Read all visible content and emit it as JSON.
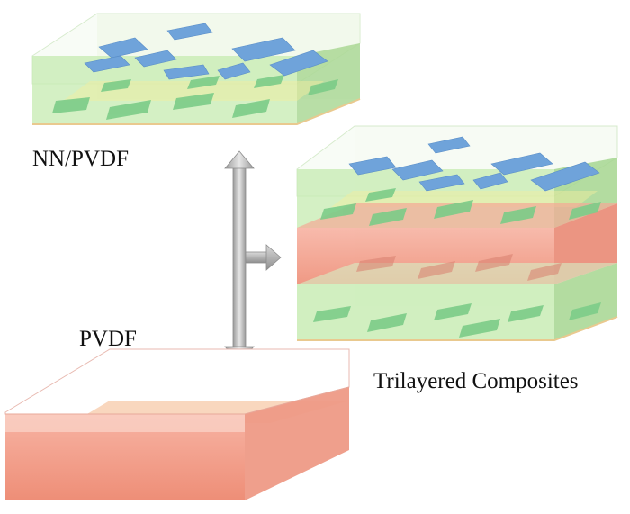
{
  "labels": {
    "nn_pvdf": "NN/PVDF",
    "pvdf": "PVDF",
    "trilayer": "Trilayered Composites"
  },
  "colors": {
    "green_layer": "#bfe8a8",
    "green_edge": "#a8d890",
    "red_layer": "#f4a088",
    "red_edge": "#e88c78",
    "blue_particle": "#6fa3da",
    "green_particle": "#7ccc88",
    "arrow": "#b9b9b9",
    "text": "#111111"
  }
}
